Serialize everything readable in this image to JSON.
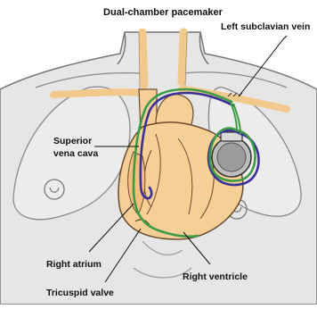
{
  "title": "Dual-chamber pacemaker",
  "labels": {
    "left_subclavian_vein": "Left subclavian vein",
    "superior_vena_cava_line1": "Superior",
    "superior_vena_cava_line2": "vena cava",
    "right_atrium": "Right atrium",
    "tricuspid_valve": "Tricuspid valve",
    "right_ventricle": "Right ventricle"
  },
  "colors": {
    "skin": "#e6e6e6",
    "outline": "#777777",
    "heart": "#f6cf97",
    "heart_outline": "#6b4b2e",
    "vessel": "#f2c98c",
    "lead_green": "#3d9a45",
    "lead_purple": "#3a3197",
    "device_metal": "#9c9c9c"
  }
}
